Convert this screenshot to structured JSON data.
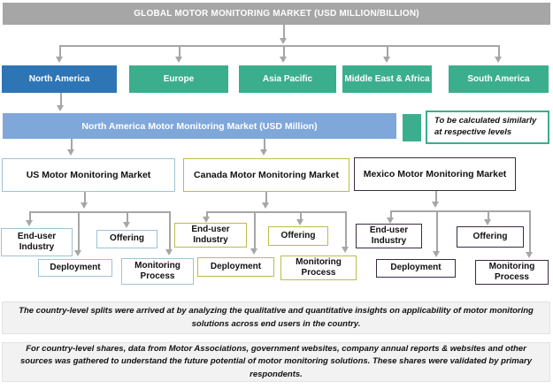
{
  "header": {
    "title": "GLOBAL MOTOR MONITORING MARKET (USD MILLION/BILLION)"
  },
  "regions": [
    {
      "label": "North America",
      "highlight": true
    },
    {
      "label": "Europe",
      "highlight": false
    },
    {
      "label": "Asia Pacific",
      "highlight": false
    },
    {
      "label": "Middle East & Africa",
      "highlight": false
    },
    {
      "label": "South America",
      "highlight": false
    }
  ],
  "north_america_bar": {
    "label": "North America Motor Monitoring Market (USD Million)"
  },
  "legend": {
    "note": "To be calculated similarly at respective levels"
  },
  "countries": [
    {
      "label": "US Motor Monitoring Market",
      "accent": "#9DC3D4",
      "segments": [
        "End-user Industry",
        "Offering",
        "Deployment",
        "Monitoring Process"
      ]
    },
    {
      "label": "Canada Motor Monitoring Market",
      "accent": "#BCBB4B",
      "segments": [
        "End-user Industry",
        "Offering",
        "Deployment",
        "Monitoring Process"
      ]
    },
    {
      "label": "Mexico Motor Monitoring Market",
      "accent": "#3B2A45",
      "segments": [
        "End-user Industry",
        "Offering",
        "Deployment",
        "Monitoring Process"
      ]
    }
  ],
  "notes": [
    "The country-level splits were arrived at by analyzing the qualitative and quantitative  insights on applicability of motor monitoring solutions across end users in the country.",
    "For country-level shares, data from Motor Associations, government websites, company annual reports & websites and other sources was gathered to understand the future potential of motor monitoring solutions. These shares were validated by primary respondents."
  ],
  "colors": {
    "header_gray": "#A6A6A6",
    "region_highlight_blue": "#2E75B6",
    "region_teal": "#3BAE8E",
    "north_america_bar_blue": "#7FA7DA",
    "connector_gray": "#A6A6A6",
    "us_accent": "#9DC3D4",
    "canada_accent": "#BCBB4B",
    "mexico_accent": "#3B2A45",
    "note_background": "#F2F2F2"
  }
}
